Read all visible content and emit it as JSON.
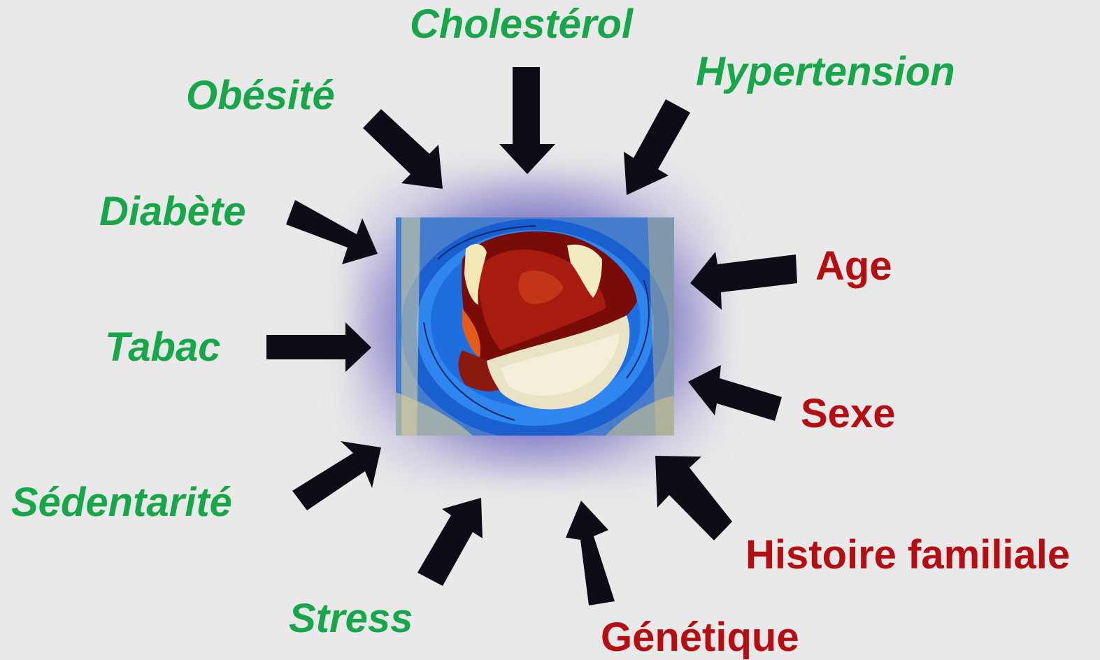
{
  "modifiable_factors": {
    "cholesterol": "Cholestérol",
    "hypertension": "Hypertension",
    "obesity": "Obésité",
    "diabetes": "Diabète",
    "tobacco": "Tabac",
    "sedentary": "Sédentarité",
    "stress": "Stress"
  },
  "non_modifiable_factors": {
    "age": "Age",
    "sex": "Sexe",
    "family_history": "Histoire familiale",
    "genetics": "Génétique"
  },
  "colors": {
    "modifiable": "#18a64a",
    "non_modifiable": "#b50d12",
    "arrow": "#0d0d18",
    "background": "#e9e9e9",
    "glow": "#4a40a8"
  },
  "center_image": "artery-cross-section-with-atherosclerotic-plaque"
}
